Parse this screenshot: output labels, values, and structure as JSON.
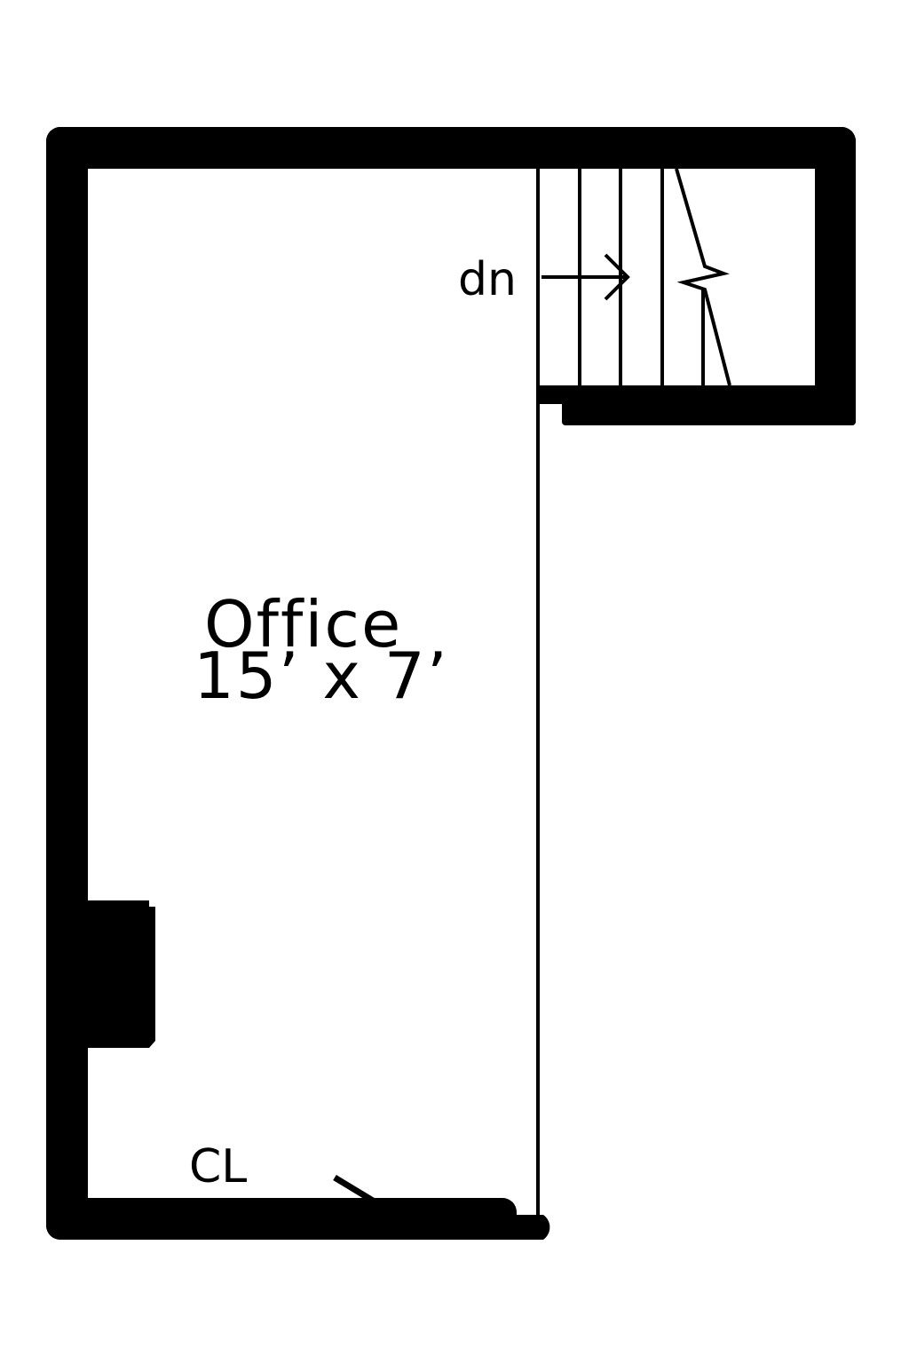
{
  "plan": {
    "room": {
      "name": "Office",
      "dimensions": "15’ x 7’"
    },
    "stairs": {
      "direction_label": "dn"
    },
    "closet": {
      "label": "CL"
    },
    "colors": {
      "wall": "#000000",
      "background": "#ffffff"
    }
  }
}
